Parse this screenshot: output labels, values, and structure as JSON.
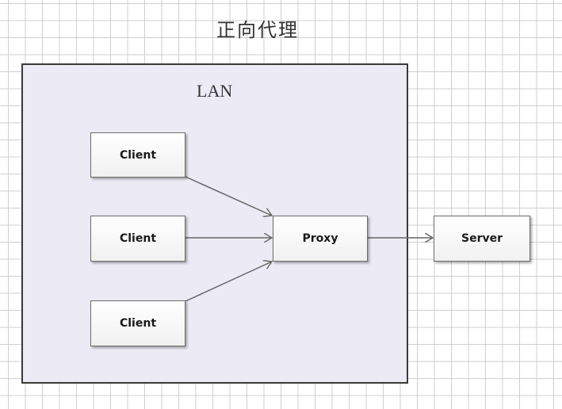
{
  "diagram": {
    "title": "正向代理",
    "lan_label": "LAN",
    "nodes": {
      "client1": "Client",
      "client2": "Client",
      "client3": "Client",
      "proxy": "Proxy",
      "server": "Server"
    },
    "edges": [
      {
        "from": "client1",
        "to": "proxy"
      },
      {
        "from": "client2",
        "to": "proxy"
      },
      {
        "from": "client3",
        "to": "proxy"
      },
      {
        "from": "proxy",
        "to": "server"
      }
    ],
    "colors": {
      "lan_fill": "#eceaf5",
      "border": "#3a3a3a",
      "arrow": "#666666",
      "grid": "#cfcfcf"
    }
  }
}
